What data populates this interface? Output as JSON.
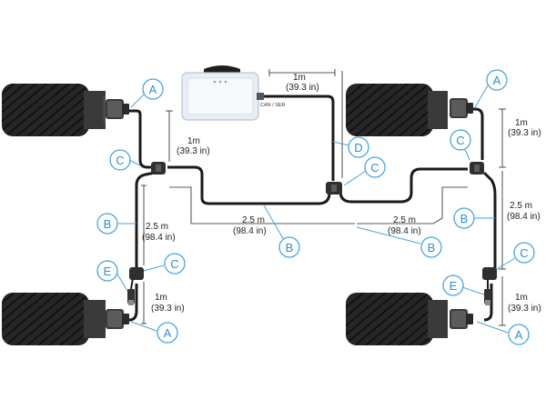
{
  "colors": {
    "callout_accent": "#2a8fd6",
    "cable": "#1b1b1b",
    "tire": "#262626",
    "control_unit": "#e9eef5"
  },
  "control_unit": {
    "port_label": "CAN / SER"
  },
  "icons": [
    "tire-icon",
    "sensor-icon",
    "connector-icon",
    "control-unit-icon",
    "sensor-probe-icon"
  ],
  "callouts": {
    "a1": "A",
    "a2": "A",
    "a3": "A",
    "a4": "A",
    "b1": "B",
    "b2": "B",
    "b3": "B",
    "b4": "B",
    "c1": "C",
    "c2": "C",
    "c3": "C",
    "c4": "C",
    "c5": "C",
    "d1": "D",
    "e1": "E",
    "e2": "E"
  },
  "dimensions": {
    "top_center": {
      "metric": "1m",
      "imperial": "(39.3 in)"
    },
    "left_upper": {
      "metric": "1m",
      "imperial": "(39.3 in)"
    },
    "left_middle": {
      "metric": "2.5 m",
      "imperial": "(98.4 in)"
    },
    "left_lower": {
      "metric": "1m",
      "imperial": "(39.3 in)"
    },
    "center_left": {
      "metric": "2.5 m",
      "imperial": "(98.4 in)"
    },
    "center_right": {
      "metric": "2.5 m",
      "imperial": "(98.4 in)"
    },
    "right_upper": {
      "metric": "1m",
      "imperial": "(39.3 in)"
    },
    "right_middle": {
      "metric": "2.5 m",
      "imperial": "(98.4 in)"
    },
    "right_lower": {
      "metric": "1m",
      "imperial": "(39.3 in)"
    }
  }
}
